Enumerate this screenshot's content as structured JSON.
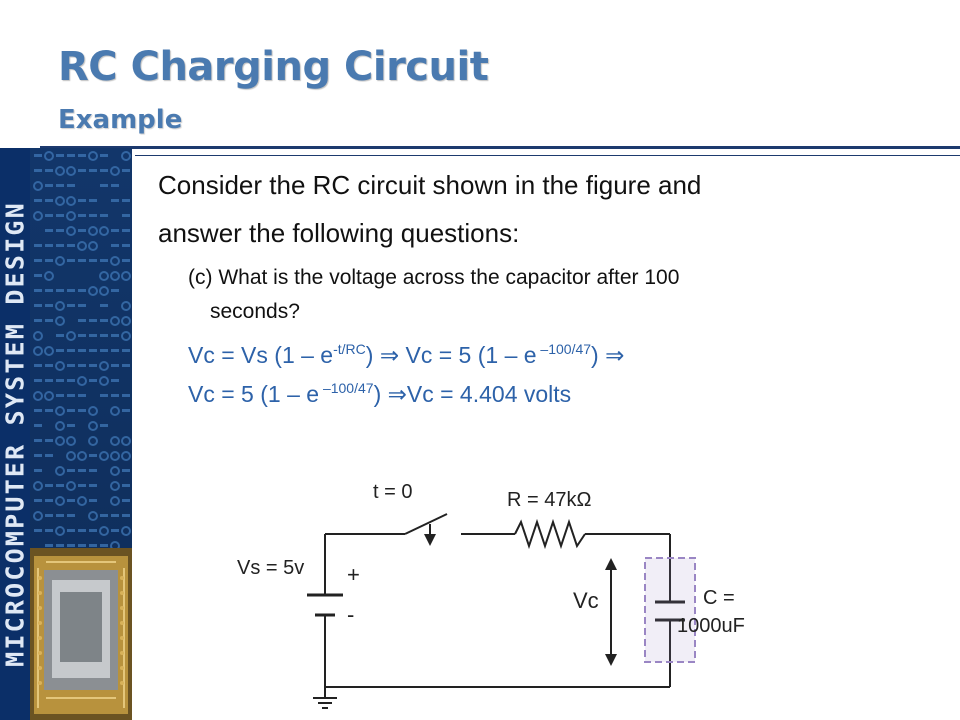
{
  "title": "RC Charging Circuit",
  "subtitle": "Example",
  "sidebar": {
    "vertical_text": "MICROCOMPUTER SYSTEM DESIGN"
  },
  "body": {
    "intro_line1": "Consider the RC circuit shown in the figure and",
    "intro_line2": "answer the following questions:",
    "question_line1": "(c) What is the voltage across the capacitor after 100",
    "question_line2": "seconds?",
    "eq1": {
      "p1": "Vc = Vs (1 – e",
      "sup1": "-t/RC",
      "p2": ")  ⇒ Vc = 5 (1 – e",
      "sup2": " –100/47",
      "p3": ")  ⇒"
    },
    "eq2": {
      "p1": "Vc = 5 (1 – e",
      "sup1": " –100/47",
      "p2": ") ⇒Vc = 4.404 volts"
    }
  },
  "circuit": {
    "switch_label": "t = 0",
    "resistor_label": "R = 47kΩ",
    "source_label": "Vs = 5v",
    "plus": "+",
    "minus": "-",
    "vc_label": "Vc",
    "cap_label_1": "C =",
    "cap_label_2": "1000uF"
  },
  "colors": {
    "title": "#4a7ab0",
    "equation": "#2d62a9",
    "rule": "#1d3a6e",
    "sidebar": "#0b2f68"
  }
}
